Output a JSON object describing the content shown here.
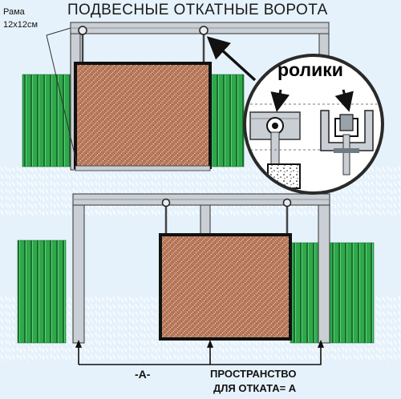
{
  "diagram": {
    "title": "ПОДВЕСНЫЕ ОТКАТНЫЕ ВОРОТА",
    "frame_label_line1": "Рама",
    "frame_label_line2": "12x12см",
    "rollers_label": "ролики",
    "dimension_label": "-А-",
    "space_label_line1": "ПРОСТРАНСТВО",
    "space_label_line2": "ДЛЯ ОТКАТА= А"
  },
  "colors": {
    "background": "#e6f2fb",
    "fence_green": "#2ea84a",
    "gate_brick": "#b9785a",
    "frame_gray": "#c9cfd4",
    "outline": "#1a1a1a",
    "road_dashes": "#ffffff"
  },
  "icons": [
    "magnifier-circle-icon",
    "roller-icon",
    "arrow-icon"
  ]
}
